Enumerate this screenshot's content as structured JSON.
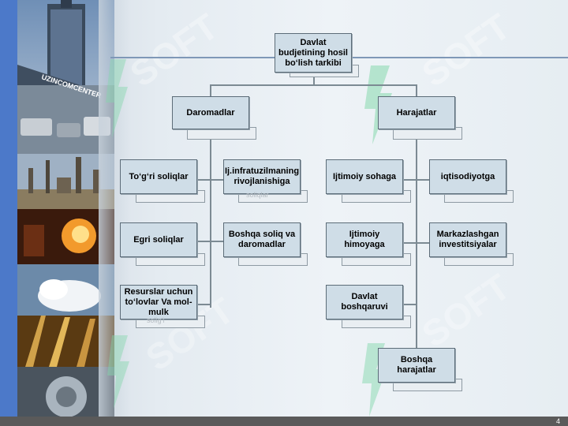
{
  "root": {
    "label": "Davlat budjetining hosil bo‘lish tarkibi"
  },
  "branches": {
    "income": {
      "label": "Daromadlar"
    },
    "expenses": {
      "label": "Harajatlar"
    }
  },
  "income_items": [
    {
      "label": "To‘g‘ri soliqlar"
    },
    {
      "label": "Ij.infratuzilmaning rivojlanishiga",
      "sublabel": "soliqlar"
    },
    {
      "label": "Egri soliqlar"
    },
    {
      "label": "Boshqa soliq va daromadlar"
    },
    {
      "label": "Resurslar uchun to‘lovlar Va mol-mulk",
      "sublabel": "solig‘i"
    }
  ],
  "expense_items": [
    {
      "label": "Ijtimoiy sohaga"
    },
    {
      "label": "iqtisodiyotga"
    },
    {
      "label": "Ijtimoiy himoyaga"
    },
    {
      "label": "Markazlashgan investitsiyalar"
    },
    {
      "label": "Davlat boshqaruvi"
    },
    {
      "label": "Boshqa harajatlar"
    }
  ],
  "watermark": {
    "text": "SOFT",
    "color": "#7fd3a8"
  },
  "photo_sign": {
    "text": "UZINCOMCENTER"
  },
  "colors": {
    "node_fill": "#cfdde7",
    "node_border": "#5c6c78",
    "left_bar": "#4c79c9",
    "footer": "#5a5a5a"
  },
  "page": {
    "number": "4"
  }
}
